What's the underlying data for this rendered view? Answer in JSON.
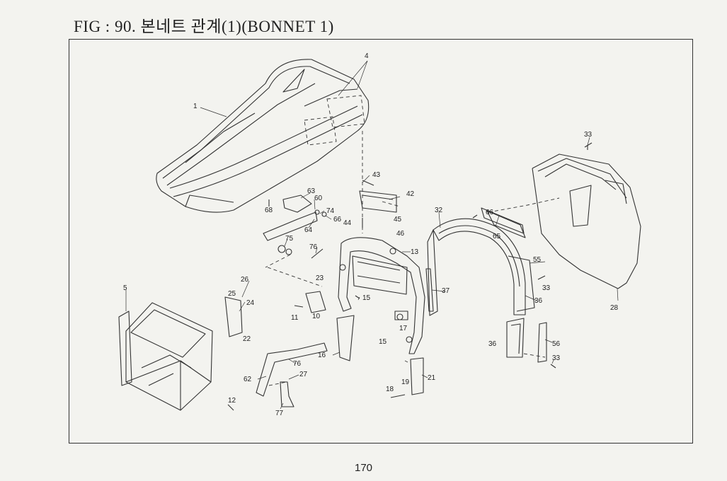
{
  "title": "FIG : 90. 본네트 관계(1)(BONNET 1)",
  "page_number": "170",
  "labels": {
    "p1": "1",
    "p4": "4",
    "p5": "5",
    "p10": "10",
    "p11": "11",
    "p12": "12",
    "p13": "13",
    "p15a": "15",
    "p15b": "15",
    "p16": "16",
    "p17": "17",
    "p18": "18",
    "p19": "19",
    "p21": "21",
    "p22": "22",
    "p23": "23",
    "p24": "24",
    "p25": "25",
    "p26": "26",
    "p27": "27",
    "p28": "28",
    "p32": "32",
    "p33a": "33",
    "p33b": "33",
    "p33c": "33",
    "p36a": "36",
    "p36b": "36",
    "p37": "37",
    "p42": "42",
    "p43": "43",
    "p44": "44",
    "p45": "45",
    "p46": "46",
    "p55": "55",
    "p56": "56",
    "p60": "60",
    "p62": "62",
    "p63": "63",
    "p64": "64",
    "p65": "65",
    "p66a": "66",
    "p66b": "66",
    "p68": "68",
    "p74": "74",
    "p75": "75",
    "p76a": "76",
    "p76b": "76",
    "p77": "77"
  }
}
